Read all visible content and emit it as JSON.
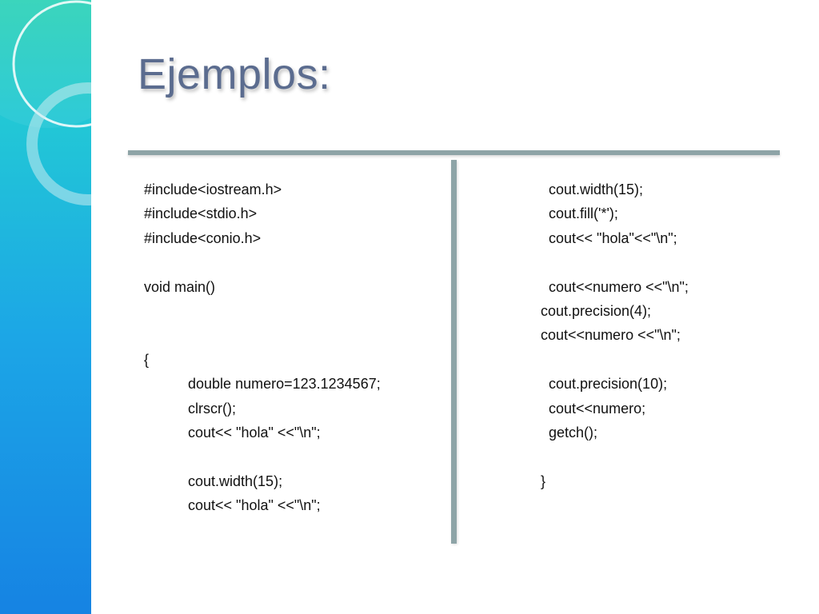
{
  "slide": {
    "title": "Ejemplos:",
    "left_code": [
      "#include<iostream.h>",
      "#include<stdio.h>",
      "#include<conio.h>",
      "",
      "void main()",
      "",
      "",
      "{",
      "           double numero=123.1234567;",
      "           clrscr();",
      "           cout<< \"hola\" <<\"\\n\";",
      "",
      "           cout.width(15);",
      "           cout<< \"hola\" <<\"\\n\";"
    ],
    "right_code": [
      "  cout.width(15);",
      "  cout.fill('*');",
      "  cout<< \"hola\"<<\"\\n\";",
      "",
      "  cout<<numero <<\"\\n\";",
      "cout.precision(4);",
      "cout<<numero <<\"\\n\";",
      "",
      "  cout.precision(10);",
      "  cout<<numero;",
      "  getch();",
      "",
      "}"
    ]
  }
}
